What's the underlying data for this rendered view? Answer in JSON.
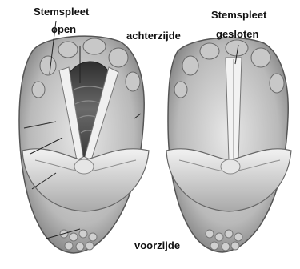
{
  "labels": {
    "left_title": "Stemspleet",
    "left_state": "open",
    "back_side": "achterzijde",
    "right_title": "Stemspleet",
    "right_state": "gesloten",
    "front_side": "voorzijde"
  },
  "colors": {
    "tissue_light": "#d9d9d9",
    "tissue_mid": "#a8a8a8",
    "tissue_dark": "#555555",
    "cord_white": "#f2f2f2",
    "airway_dark": "#3a3a3a",
    "text": "#111111"
  }
}
